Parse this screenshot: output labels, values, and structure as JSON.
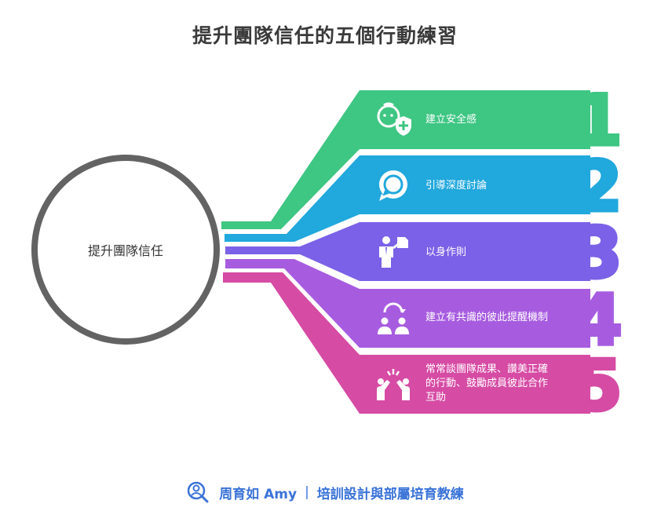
{
  "title": "提升團隊信任的五個行動練習",
  "hub": {
    "label": "提升團隊信任"
  },
  "steps": [
    {
      "number": "1",
      "label": "建立安全感",
      "color": "#3ec683",
      "icon": "baby-shield-icon"
    },
    {
      "number": "2",
      "label": "引導深度討論",
      "color": "#21a8dc",
      "icon": "chat-bubble-icon"
    },
    {
      "number": "3",
      "label": "以身作則",
      "color": "#7b61e8",
      "icon": "presenter-icon"
    },
    {
      "number": "4",
      "label": "建立有共識的彼此提醒機制",
      "color": "#a75ce0",
      "icon": "team-cycle-icon"
    },
    {
      "number": "5",
      "label": "常常談團隊成果、讚美正確的行動、鼓勵成員彼此合作互助",
      "color": "#d64ba4",
      "icon": "high-five-icon"
    }
  ],
  "footer": {
    "name": "周育如 Amy",
    "separator": "|",
    "tagline": "培訓設計與部屬培育教練",
    "icon": "person-search-icon",
    "color": "#3a73d8"
  }
}
